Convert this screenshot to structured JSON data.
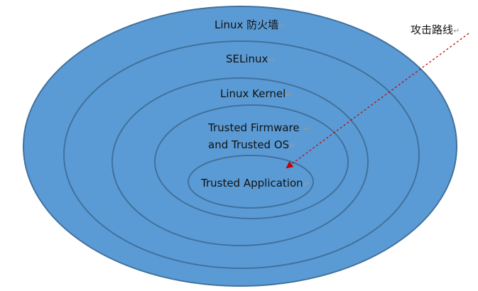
{
  "layers": {
    "firewall": {
      "label": "Linux 防火墙",
      "mark": "↵"
    },
    "selinux": {
      "label": "SELinux",
      "mark": "↵"
    },
    "kernel": {
      "label": "Linux Kernel",
      "mark": "↵"
    },
    "firmware": {
      "line1": "Trusted Firmware",
      "line2": "and Trusted OS",
      "mark1": "↵",
      "mark2": "↵"
    },
    "application": {
      "label": "Trusted Application",
      "mark": "↵"
    }
  },
  "attack": {
    "label": "攻击路线",
    "mark": "↵"
  },
  "colors": {
    "fill": "#5b9bd5",
    "stroke": "#41719c",
    "attack_line": "#c00000"
  }
}
